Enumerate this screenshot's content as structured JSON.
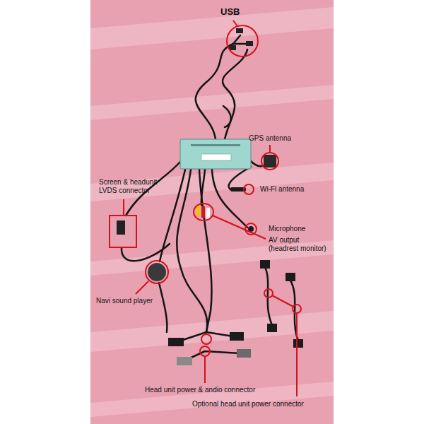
{
  "diagram": {
    "labels": [
      "USB",
      "GPS antenna",
      "Screen & headunit LVDS connector",
      "Wi-Fi antenna",
      "Microphone",
      "AV output (headrest monitor)",
      "Navi sound player",
      "Head unit power & andio connector",
      "Optional head unit power connector"
    ]
  }
}
